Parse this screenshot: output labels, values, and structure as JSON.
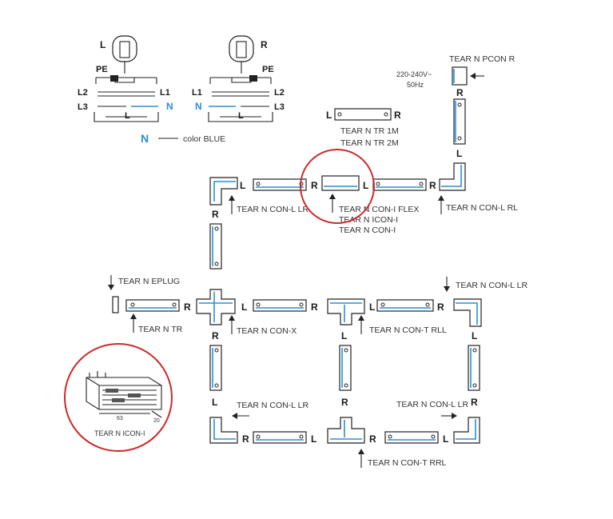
{
  "colors": {
    "accent": "#2a8fd6",
    "highlight": "#cc2a2a",
    "ink": "#222222"
  },
  "wiring": {
    "left": {
      "side": "L",
      "pe": "PE",
      "l2": "L2",
      "l1": "L1",
      "l3": "L3",
      "n": "N",
      "bottom": "L"
    },
    "right": {
      "side": "R",
      "pe": "PE",
      "l1": "L1",
      "l2": "L2",
      "n": "N",
      "l3": "L3",
      "bottom": "L"
    },
    "legend_n": "N",
    "legend_text": "color BLUE"
  },
  "supply": {
    "line1": "220-240V~",
    "line2": "50Hz"
  },
  "labels": {
    "pcon": "TEAR N PCON R",
    "tr1": "TEAR N TR 1M",
    "tr2": "TEAR N TR 2M",
    "conl_lr": "TEAR N CON-L LR",
    "flex1": "TEAR N CON-I FLEX",
    "flex2": "TEAR N ICON-I",
    "flex3": "TEAR N CON-I",
    "conl_rl": "TEAR N CON-L RL",
    "eplug": "TEAR N EPLUG",
    "tr": "TEAR N TR",
    "conx": "TEAR N CON-X",
    "cont_rll": "TEAR N CON-T RLL",
    "conl_lr_right": "TEAR N CON-L LR",
    "conl_lr_bl": "TEAR N CON-L LR",
    "conl_lr_br": "TEAR N CON-L LR",
    "cont_rrl": "TEAR N CON-T RRL"
  },
  "marks": {
    "L": "L",
    "R": "R"
  },
  "inset": {
    "title": "TEAR N ICON-I",
    "dim1": "63",
    "dim2": "20"
  }
}
